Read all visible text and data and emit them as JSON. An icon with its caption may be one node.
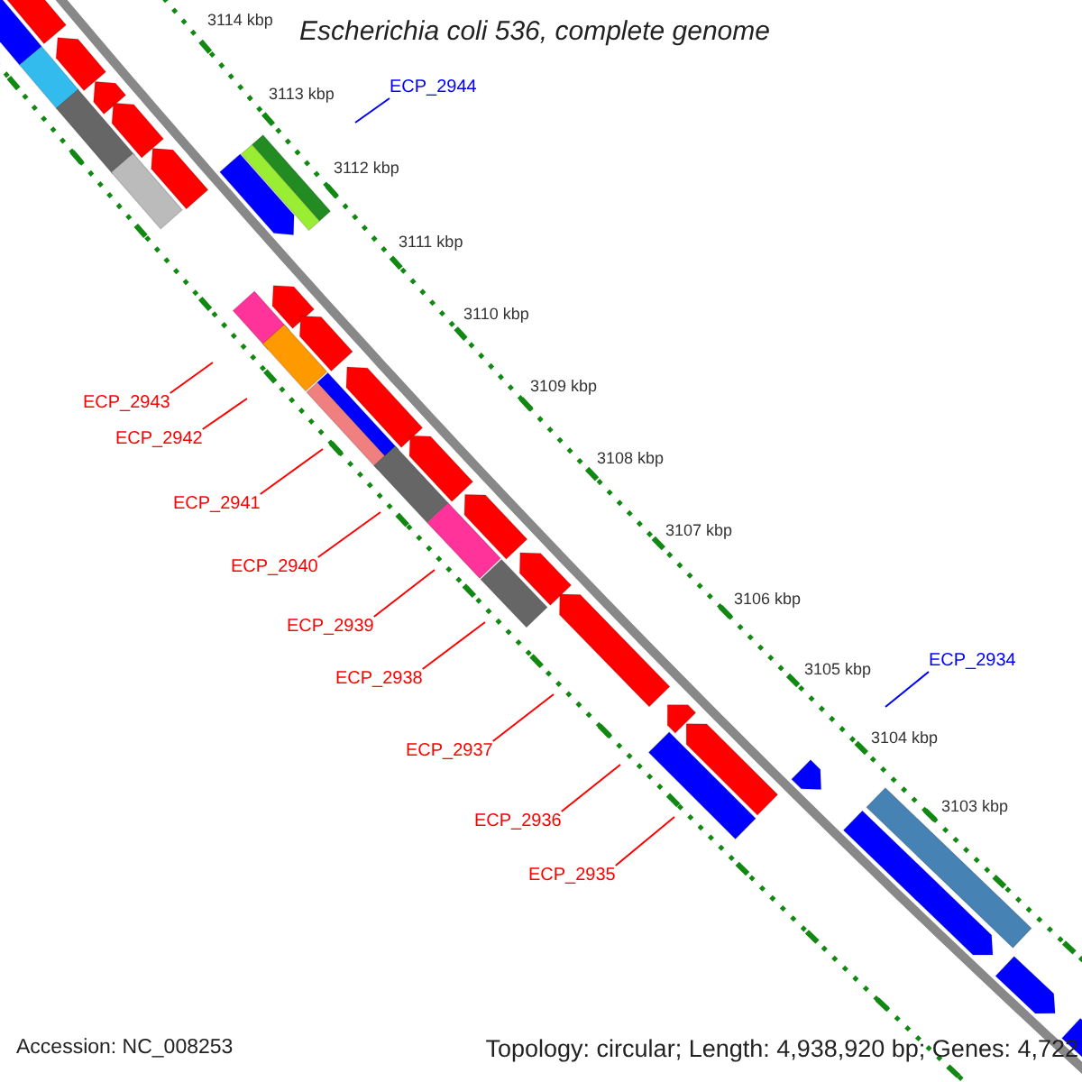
{
  "diagram": {
    "title": "Escherichia coli 536, complete genome",
    "nodes": [
      {
        "text": [
          "ECP_2944"
        ]
      },
      {
        "text": [
          "ECP_2943"
        ]
      },
      {
        "text": [
          "ECP_2942"
        ]
      },
      {
        "text": [
          "ECP_2941"
        ]
      },
      {
        "text": [
          "ECP_2940"
        ]
      },
      {
        "text": [
          "ECP_2939"
        ]
      },
      {
        "text": [
          "ECP_2938"
        ]
      },
      {
        "text": [
          "ECP_2937"
        ]
      },
      {
        "text": [
          "ECP_2936"
        ]
      },
      {
        "text": [
          "ECP_2935"
        ]
      },
      {
        "text": [
          "ECP_2934"
        ]
      }
    ],
    "edges": [
      {
        "from": 0,
        "to": null,
        "arrow": "none",
        "color": "#0000ff"
      },
      {
        "from": 1,
        "to": null,
        "arrow": "none"
      },
      {
        "from": 2,
        "to": null,
        "arrow": "none"
      },
      {
        "from": 3,
        "to": null,
        "arrow": "none"
      },
      {
        "from": 4,
        "to": null,
        "arrow": "none"
      },
      {
        "from": 5,
        "to": null,
        "arrow": "none"
      },
      {
        "from": 6,
        "to": null,
        "arrow": "none"
      },
      {
        "from": 7,
        "to": null,
        "arrow": "none"
      },
      {
        "from": 8,
        "to": null,
        "arrow": "none"
      },
      {
        "from": 9,
        "to": null,
        "arrow": "none"
      },
      {
        "from": 10,
        "to": null,
        "arrow": "none",
        "color": "#0000ff"
      }
    ],
    "labels": [
      "3114 kbp",
      "3113 kbp",
      "3112 kbp",
      "3111 kbp",
      "3110 kbp",
      "3109 kbp",
      "3108 kbp",
      "3107 kbp",
      "3106 kbp",
      "3105 kbp",
      "3104 kbp",
      "3103 kbp",
      "Accession: NC_008253",
      "Topology: circular; Length: 4,938,920 bp; Genes: 4,722"
    ]
  }
}
